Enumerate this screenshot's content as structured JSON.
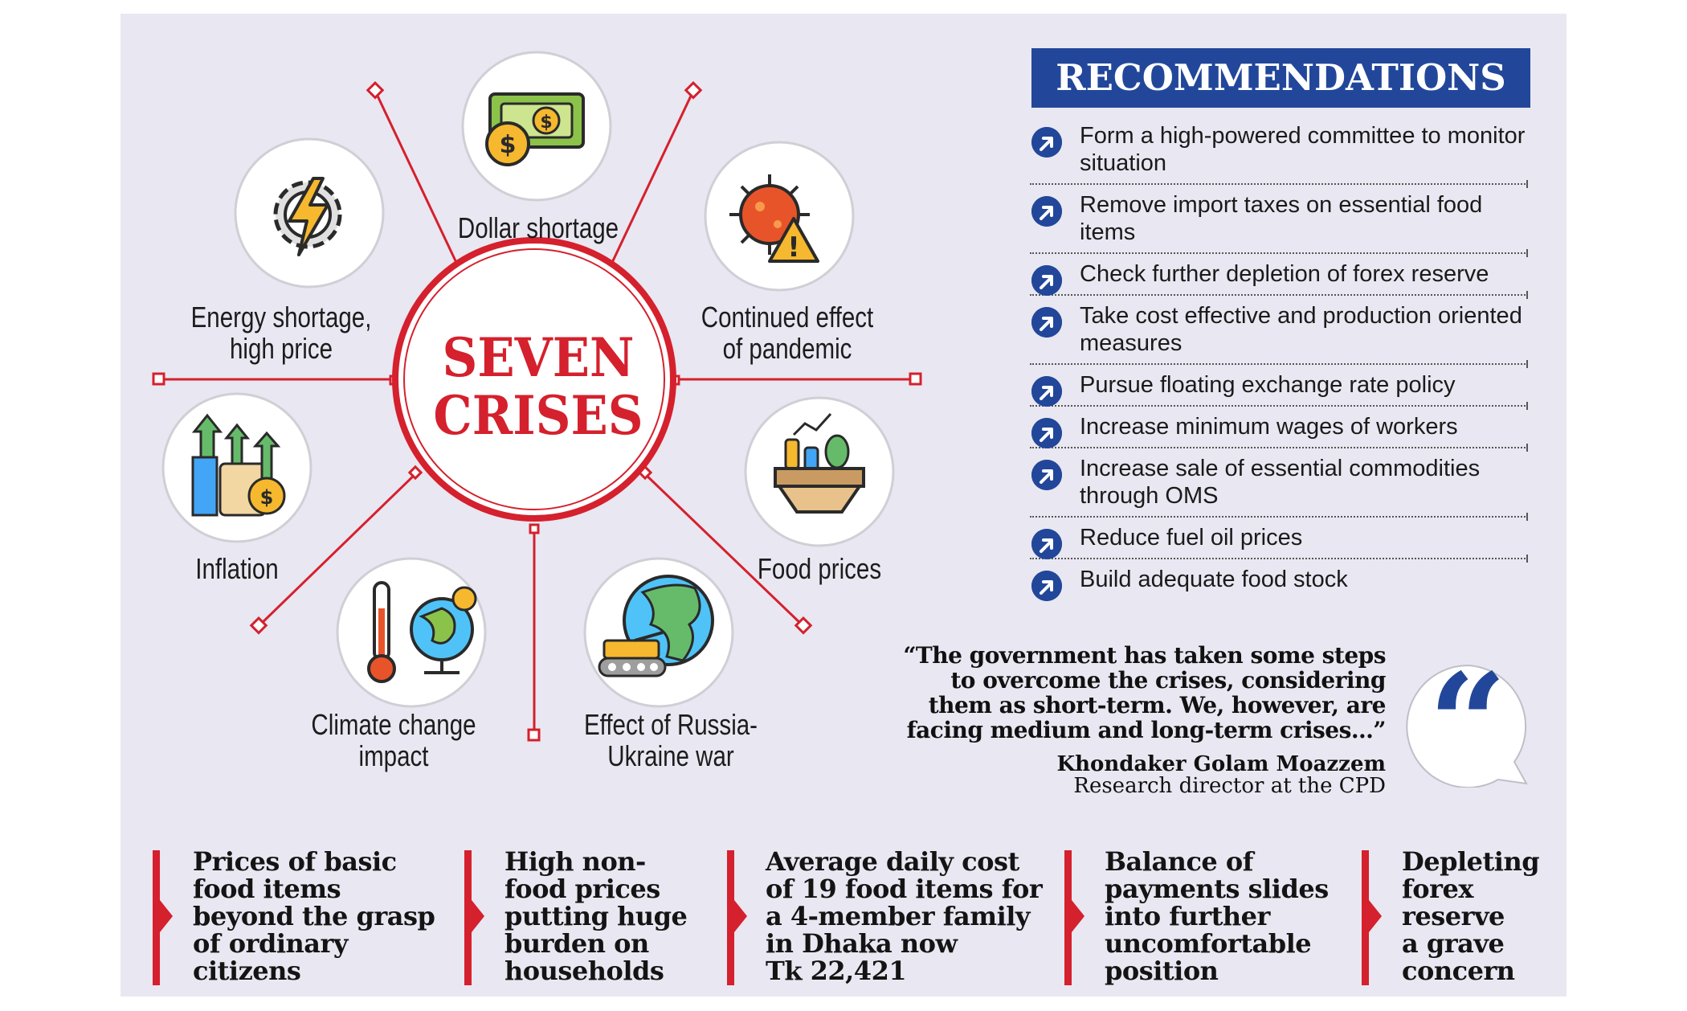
{
  "colors": {
    "accent_red": "#d5202d",
    "brand_blue": "#22479a",
    "panel_bg": "#e9e7f1"
  },
  "hub": {
    "title": "SEVEN\nCRISES"
  },
  "crises": [
    {
      "label": "Dollar shortage",
      "icon": "money-icon"
    },
    {
      "label": "Continued effect\nof pandemic",
      "icon": "virus-warning-icon"
    },
    {
      "label": "Food prices",
      "icon": "grocery-basket-icon"
    },
    {
      "label": "Effect of Russia-\nUkraine war",
      "icon": "globe-tank-icon"
    },
    {
      "label": "Climate change\nimpact",
      "icon": "thermometer-globe-icon"
    },
    {
      "label": "Inflation",
      "icon": "rising-prices-icon"
    },
    {
      "label": "Energy shortage,\nhigh price",
      "icon": "energy-gear-icon"
    }
  ],
  "recommendations": {
    "title": "RECOMMENDATIONS",
    "items": [
      "Form a high-powered committee to monitor situation",
      "Remove import taxes on essential food items",
      "Check further depletion of forex reserve",
      "Take cost effective and production oriented measures",
      "Pursue floating exchange rate policy",
      "Increase minimum wages of workers",
      "Increase sale of essential commodities through OMS",
      "Reduce fuel oil prices",
      "Build adequate food stock"
    ]
  },
  "quote": {
    "text": "“The government has taken some steps\nto overcome the crises, considering\nthem as short-term. We, however, are\nfacing medium and long-term crises…”",
    "author": "Khondaker Golam Moazzem",
    "role": "Research director at the CPD",
    "icon": "quote-bubble-icon"
  },
  "facts": [
    "Prices of basic\nfood items\nbeyond the grasp\nof ordinary\ncitizens",
    "High non-\nfood prices\nputting huge\nburden on\nhouseholds",
    "Average daily cost\nof 19 food items for\na 4-member family\nin Dhaka now\nTk 22,421",
    "Balance of\npayments slides\ninto further\nuncomfortable\nposition",
    "Depleting\nforex\nreserve\na grave\nconcern"
  ]
}
